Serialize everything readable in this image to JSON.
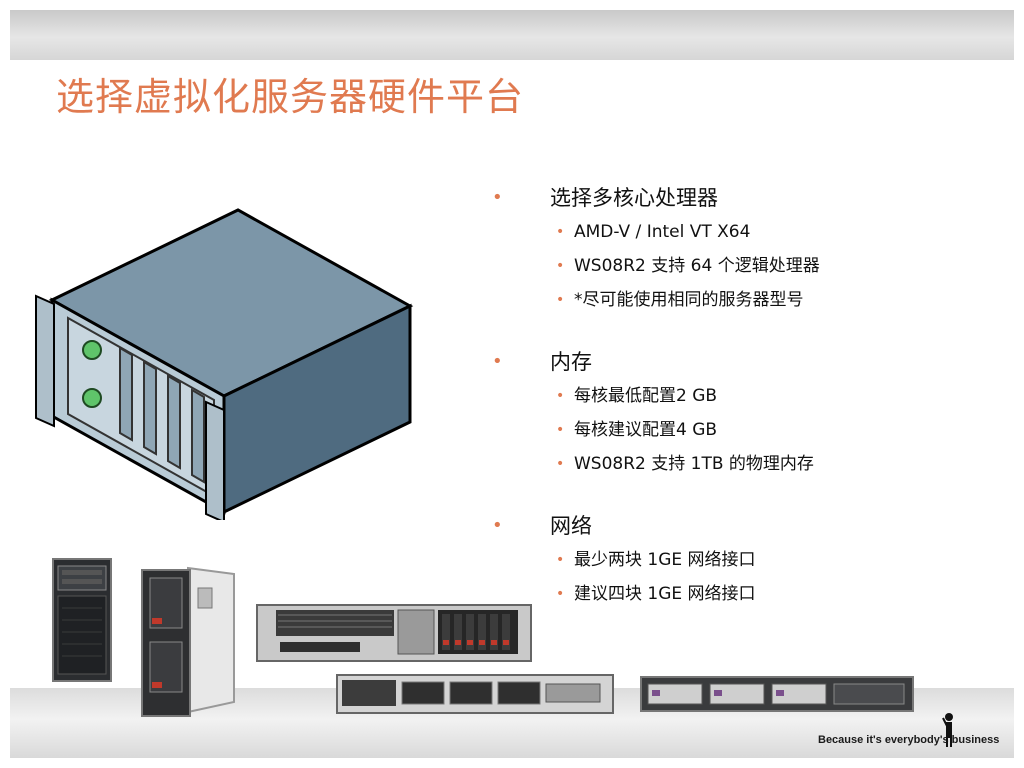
{
  "slide": {
    "title": "选择虚拟化服务器硬件平台"
  },
  "sections": [
    {
      "title": "选择多核心处理器",
      "items": [
        "AMD-V / Intel  VT X64",
        "WS08R2 支持 64 个逻辑处理器",
        "*尽可能使用相同的服务器型号"
      ]
    },
    {
      "title": "内存",
      "items": [
        "每核最低配置2 GB",
        "每核建议配置4 GB",
        "WS08R2 支持 1TB 的物理内存"
      ]
    },
    {
      "title": "网络",
      "items": [
        "最少两块 1GE 网络接口",
        "建议四块 1GE 网络接口"
      ]
    }
  ],
  "footer": {
    "tagline": "Because it's everybody's business"
  },
  "colors": {
    "title": "#e07a50",
    "bullet": "#e07a50",
    "text": "#111111"
  },
  "icons": [
    "server-illustration-icon",
    "tower-server-icon",
    "blade-server-icon",
    "rack-server-2u-icon",
    "rack-server-1u-icon",
    "rack-server-1u-alt-icon",
    "figure-logo-icon"
  ]
}
